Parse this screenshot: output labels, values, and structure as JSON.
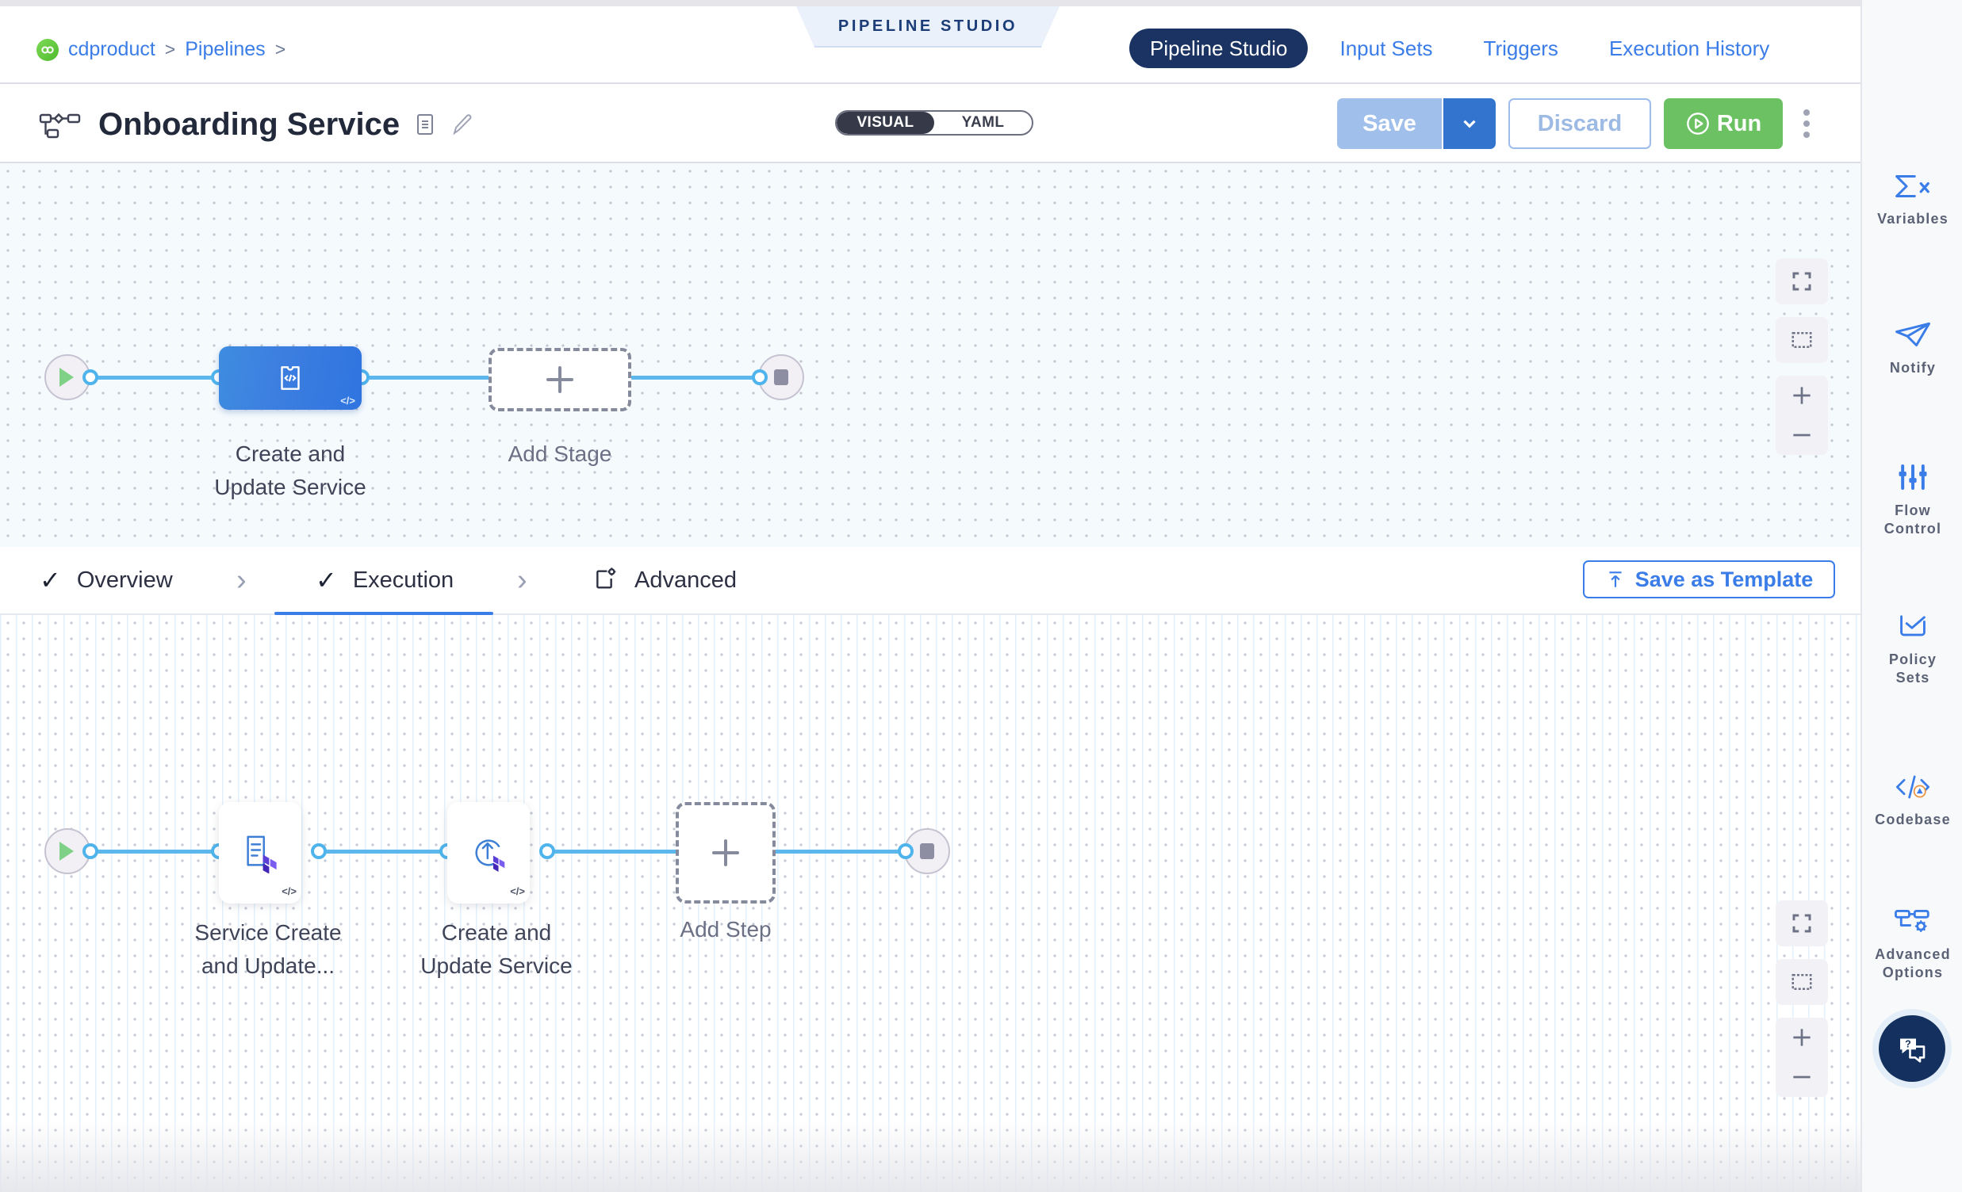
{
  "header": {
    "breadcrumb": {
      "project": "cdproduct",
      "section": "Pipelines",
      "separator": ">"
    },
    "studio_banner": "PIPELINE STUDIO",
    "nav_tabs": [
      {
        "label": "Pipeline Studio",
        "active": true
      },
      {
        "label": "Input Sets",
        "active": false
      },
      {
        "label": "Triggers",
        "active": false
      },
      {
        "label": "Execution History",
        "active": false
      }
    ],
    "pipeline_title": "Onboarding Service",
    "view_toggle": {
      "options": [
        "VISUAL",
        "YAML"
      ],
      "selected": "VISUAL"
    },
    "actions": {
      "save_label": "Save",
      "discard_label": "Discard",
      "run_label": "Run"
    }
  },
  "stage_graph": {
    "stages": [
      {
        "label_line1": "Create and",
        "label_line2": "Update Service",
        "selected": true,
        "badge": "</>"
      }
    ],
    "add_stage_label": "Add Stage"
  },
  "stage_tabs": {
    "items": [
      {
        "label": "Overview",
        "check": "✓",
        "active": false
      },
      {
        "label": "Execution",
        "check": "✓",
        "active": true
      },
      {
        "label": "Advanced",
        "check": "",
        "active": false
      }
    ],
    "separator": "›",
    "save_as_template": "Save as Template"
  },
  "execution_graph": {
    "steps": [
      {
        "label_line1": "Service Create",
        "label_line2": "and Update...",
        "icon": "terraform-plan-icon",
        "badge": "</>"
      },
      {
        "label_line1": "Create and",
        "label_line2": "Update Service",
        "icon": "terraform-apply-icon",
        "badge": "</>"
      }
    ],
    "add_step_label": "Add Step"
  },
  "sidebar": {
    "items": [
      {
        "label": "Variables",
        "icon": "variables-icon"
      },
      {
        "label": "Notify",
        "icon": "notify-icon"
      },
      {
        "label": "Flow\nControl",
        "label_l1": "Flow",
        "label_l2": "Control",
        "icon": "flow-control-icon"
      },
      {
        "label": "Policy\nSets",
        "label_l1": "Policy",
        "label_l2": "Sets",
        "icon": "policy-sets-icon"
      },
      {
        "label": "Codebase",
        "icon": "codebase-icon"
      },
      {
        "label": "Advanced\nOptions",
        "label_l1": "Advanced",
        "label_l2": "Options",
        "icon": "advanced-options-icon"
      }
    ],
    "help_icon": "help-chat-icon"
  },
  "colors": {
    "accent_blue": "#3b7de8",
    "nav_active": "#1b3a6b",
    "run_green": "#69bf62",
    "wire_blue": "#5cb8ec",
    "stage_blue": "#3d7fe0",
    "canvas_top_bg": "#f4fafd"
  }
}
